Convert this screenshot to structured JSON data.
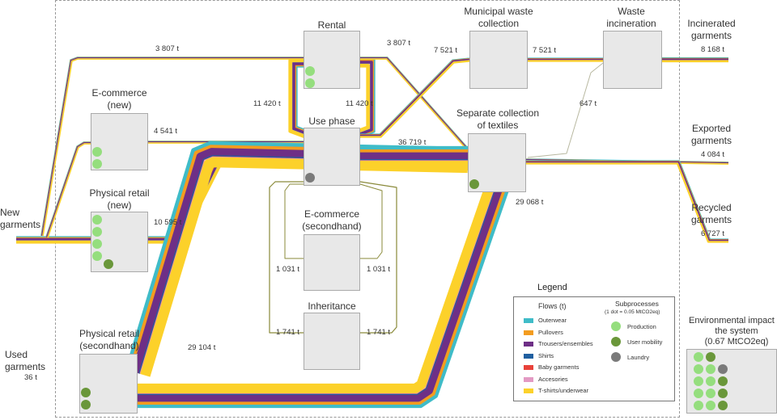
{
  "nodes": {
    "new_garments": "New\ngarments",
    "used_garments": "Used\ngarments",
    "used_garments_value": "36 t",
    "ecommerce_new": "E-commerce\n(new)",
    "physical_retail_new": "Physical retail\n(new)",
    "rental": "Rental",
    "use_phase": "Use phase",
    "ecommerce_secondhand": "E-commerce\n(secondhand)",
    "inheritance": "Inheritance",
    "physical_retail_secondhand": "Physical retail\n(secondhand)",
    "municipal_waste": "Municipal waste\ncollection",
    "separate_collection": "Separate collection\nof textiles",
    "waste_incineration": "Waste\nincineration",
    "incinerated": "Incinerated\ngarments",
    "incinerated_value": "8 168 t",
    "exported": "Exported\ngarments",
    "exported_value": "4 084 t",
    "recycled": "Recycled\ngarments",
    "recycled_value": "6 727 t"
  },
  "flow_labels": {
    "new_to_rental": "3 807 t",
    "rental_to_separate": "3 807 t",
    "ecommerce_to_use": "4 541 t",
    "retail_new_to_use": "10 595 t",
    "rental_use_left": "11 420 t",
    "rental_use_right": "11 420 t",
    "use_to_municipal": "7 521 t",
    "municipal_to_incineration": "7 521 t",
    "use_to_separate": "36 719 t",
    "separate_to_incineration": "647 t",
    "separate_to_secondhand": "29 068 t",
    "secondhand_to_use": "29 104 t",
    "ecom2_left": "1 031 t",
    "ecom2_right": "1 031 t",
    "inherit_left": "1 741 t",
    "inherit_right": "1 741 t"
  },
  "legend": {
    "title": "Legend",
    "flows_title": "Flows (t)",
    "flows": [
      {
        "label": "Outerwear",
        "color": "#3fbcc8"
      },
      {
        "label": "Pullovers",
        "color": "#f39c1f"
      },
      {
        "label": "Trousers/ensembles",
        "color": "#6e2f86"
      },
      {
        "label": "Shirts",
        "color": "#1f5fa0"
      },
      {
        "label": "Baby garments",
        "color": "#e8423a"
      },
      {
        "label": "Accesories",
        "color": "#e39ac4"
      },
      {
        "label": "T-shirts/underwear",
        "color": "#fcd12a"
      }
    ],
    "subprocesses_title": "Subprocesses",
    "subprocesses_note": "(1 dot = 0.05 MtCO2eq)",
    "subprocesses": [
      {
        "label": "Production",
        "color": "#95de7e"
      },
      {
        "label": "User mobility",
        "color": "#6a973a"
      },
      {
        "label": "Laundry",
        "color": "#7a7a7a"
      }
    ]
  },
  "impact": {
    "title": "Environmental impact of\nthe system\n(0.67 MtCO2eq)"
  }
}
